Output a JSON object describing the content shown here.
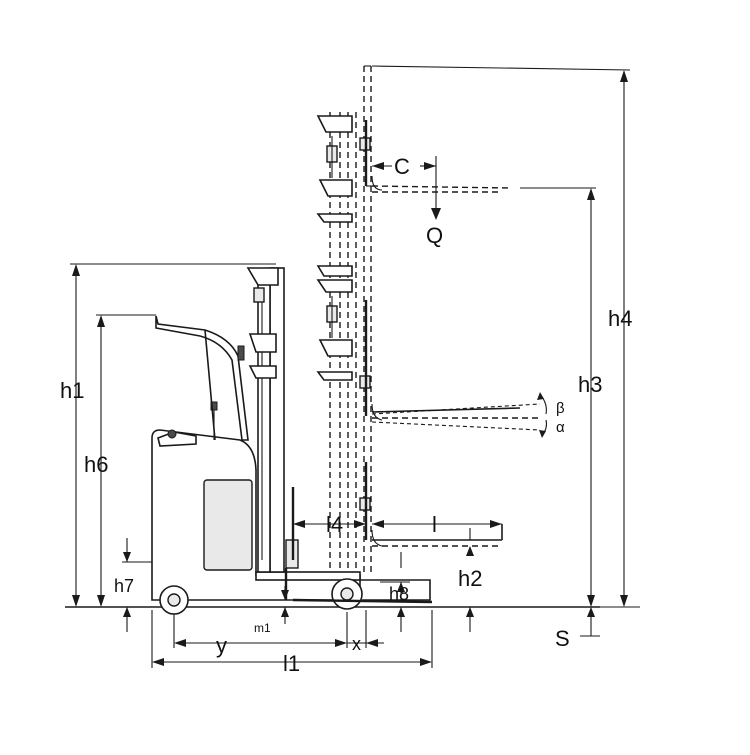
{
  "diagram": {
    "labels": {
      "h1": "h1",
      "h6": "h6",
      "h7": "h7",
      "h8": "h8",
      "h2": "h2",
      "h3": "h3",
      "h4": "h4",
      "l1": "l1",
      "l4": "l4",
      "l": "l",
      "y": "y",
      "x": "x",
      "m1": "m1",
      "s": "S",
      "c": "C",
      "q": "Q",
      "alpha": "α",
      "beta": "β"
    }
  }
}
